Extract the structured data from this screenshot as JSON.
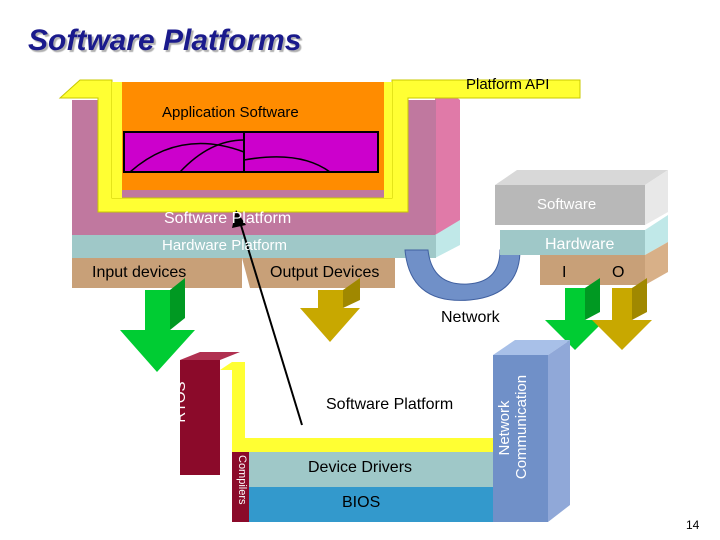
{
  "title": "Software Platforms",
  "top_stack": {
    "platform_api": "Platform API",
    "application_software": "Application Software",
    "software_platform": "Software Platform",
    "hardware_platform": "Hardware Platform",
    "input_devices": "Input devices",
    "output_devices": "Output Devices"
  },
  "right_stack": {
    "software": "Software",
    "hardware": "Hardware",
    "input_short": "I",
    "output_short": "O"
  },
  "network": "Network",
  "bottom_stack": {
    "rtos": "RTOS",
    "compilers": "Compilers",
    "software_platform": "Software Platform",
    "device_drivers": "Device Drivers",
    "bios": "BIOS",
    "network_communication_line1": "Network",
    "network_communication_line2": "Communication"
  },
  "page_number": "14",
  "colors": {
    "title": "#1a1a8c",
    "software_platform": "#c0789f",
    "hardware_platform": "#9fc8c8",
    "io_layer": "#c8a078",
    "api_yellow": "#ffff33",
    "application_orange": "#ff8c00",
    "input_arrow_green": "#00cc33",
    "output_arrow_gold": "#c8a800",
    "rtos_red": "#8b0a2a",
    "bios_blue": "#3399cc",
    "network_blue": "#7090c8"
  }
}
